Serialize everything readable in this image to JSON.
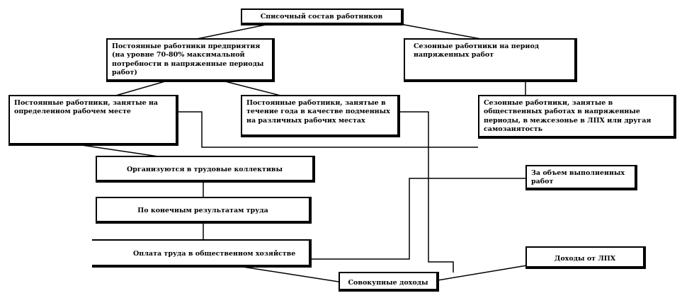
{
  "boxes": {
    "root": "Списочный состав работников",
    "permanent": "Постоянные работники предприятия (на уровне 70-80% максимальной потребности в напряженные периоды работ)",
    "seasonal": "Сезонные работники на период напряженных работ",
    "permanent_fixed": "Постоянные работники, занятые на определенном рабочем месте",
    "permanent_various": "Постоянные работники, занятые в течение года в качестве подменных на различных рабочих местах",
    "seasonal_public": "Сезонные работники, занятые в общественных работах в напряженные периоды, в межсезонье в ЛПХ или другая самозанятость",
    "labor_collectives": "Организуются в трудовые коллективы",
    "final_results": "По конечным результатам труда",
    "volume_work": "За объем выполненных работ",
    "labor_payment": "Оплата труда в общественном хозяйстве",
    "lph_income": "Доходы от ЛПХ",
    "total_income": "Совокупные доходы"
  }
}
